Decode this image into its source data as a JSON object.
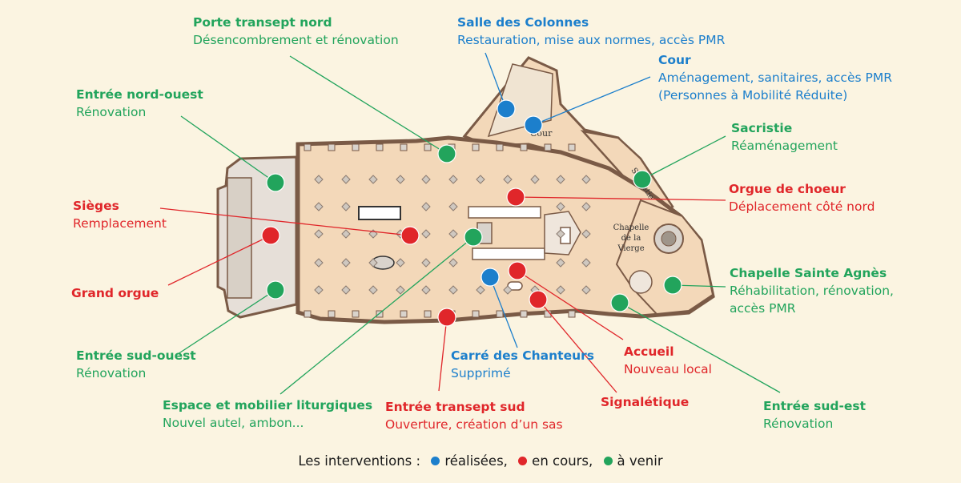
{
  "colors": {
    "done": "#1c7fcc",
    "ongoing": "#e0262a",
    "upcoming": "#22a45c",
    "plan_fill": "#f3d8b9",
    "plan_stroke": "#7a5a46"
  },
  "plan_labels": {
    "cour": "Cour",
    "sacristie": "Sacristie",
    "chapelle": [
      "Chapelle",
      "de la",
      "Vierge"
    ]
  },
  "callouts": {
    "porte_transept_nord": {
      "title": "Porte transept nord",
      "desc": "Désencombrement et rénovation",
      "status": "upcoming"
    },
    "salle_colonnes": {
      "title": "Salle des Colonnes",
      "desc": "Restauration, mise aux normes, accès PMR",
      "status": "done"
    },
    "cour": {
      "title": "Cour",
      "desc": "Aménagement, sanitaires, accès PMR",
      "desc2": "(Personnes à Mobilité Réduite)",
      "status": "done"
    },
    "entree_nord_ouest": {
      "title": "Entrée nord-ouest",
      "desc": "Rénovation",
      "status": "upcoming"
    },
    "sacristie": {
      "title": "Sacristie",
      "desc": "Réaménagement",
      "status": "upcoming"
    },
    "sieges": {
      "title": "Sièges",
      "desc": "Remplacement",
      "status": "ongoing"
    },
    "orgue_choeur": {
      "title": "Orgue de choeur",
      "desc": "Déplacement côté nord",
      "status": "ongoing"
    },
    "grand_orgue": {
      "title": "Grand orgue",
      "status": "ongoing"
    },
    "chapelle_sainte_agnes": {
      "title": "Chapelle Sainte Agnès",
      "desc": "Réhabilitation, rénovation,",
      "desc2": "accès PMR",
      "status": "upcoming"
    },
    "entree_sud_ouest": {
      "title": "Entrée sud-ouest",
      "desc": "Rénovation",
      "status": "upcoming"
    },
    "carre_chanteurs": {
      "title": "Carré des Chanteurs",
      "desc": "Supprimé",
      "status": "done"
    },
    "accueil": {
      "title": "Accueil",
      "desc": "Nouveau local",
      "status": "ongoing"
    },
    "espace_mobilier": {
      "title": "Espace et mobilier liturgiques",
      "desc": "Nouvel autel, ambon...",
      "status": "upcoming"
    },
    "entree_transept_sud": {
      "title": "Entrée transept sud",
      "desc": "Ouverture, création d’un sas",
      "status": "ongoing"
    },
    "signaletique": {
      "title": "Signalétique",
      "status": "ongoing"
    },
    "entree_sud_est": {
      "title": "Entrée sud-est",
      "desc": "Rénovation",
      "status": "upcoming"
    }
  },
  "legend": {
    "prefix": "Les interventions :",
    "done": "réalisées,",
    "ongoing": "en cours,",
    "upcoming": "à venir"
  }
}
